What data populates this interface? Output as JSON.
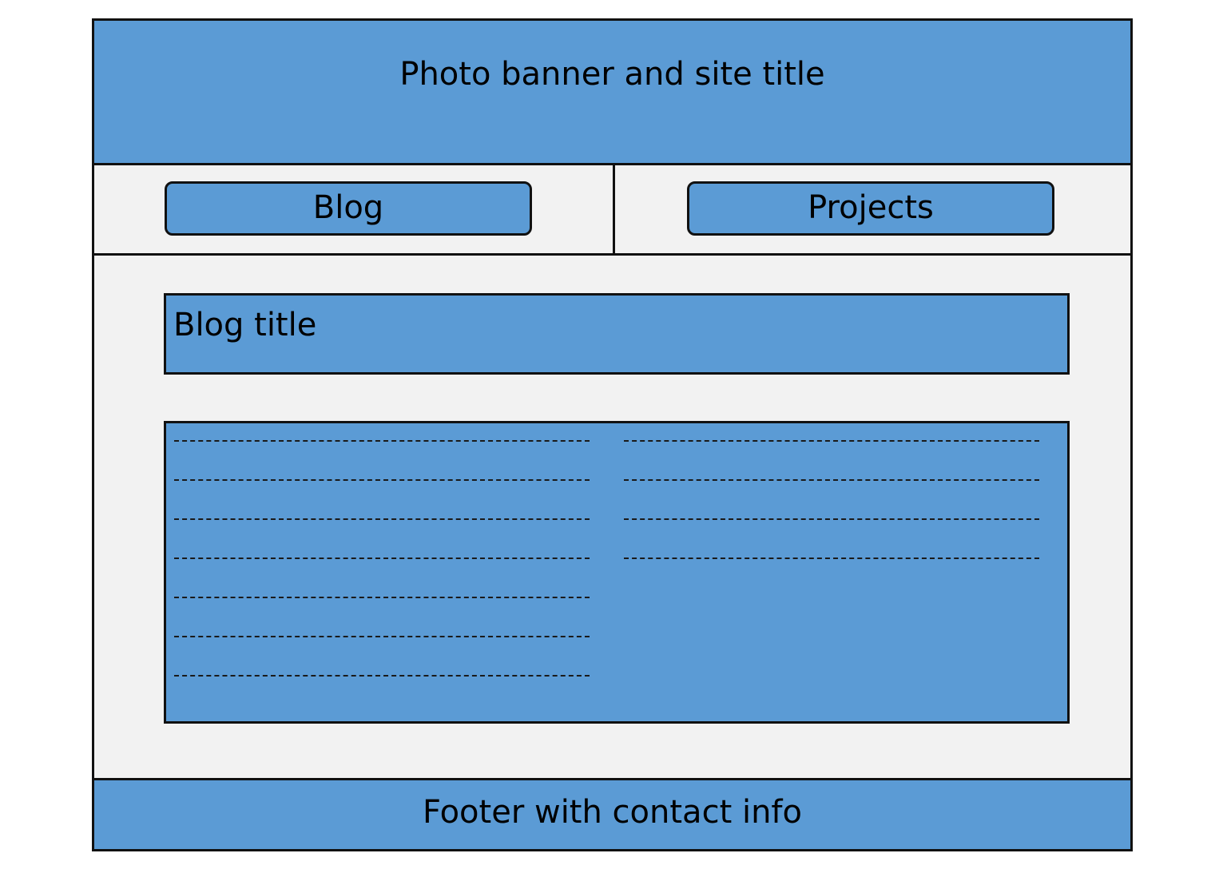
{
  "header": {
    "banner_text": "Photo banner and site title"
  },
  "nav": {
    "blog_label": "Blog",
    "projects_label": "Projects"
  },
  "main": {
    "blog_title": "Blog title",
    "left_column_line_count": 7,
    "right_column_line_count": 4
  },
  "footer": {
    "text": "Footer with contact info"
  },
  "colors": {
    "block_fill": "#5b9bd5",
    "page_fill": "#f2f2f2",
    "border": "#111111"
  }
}
